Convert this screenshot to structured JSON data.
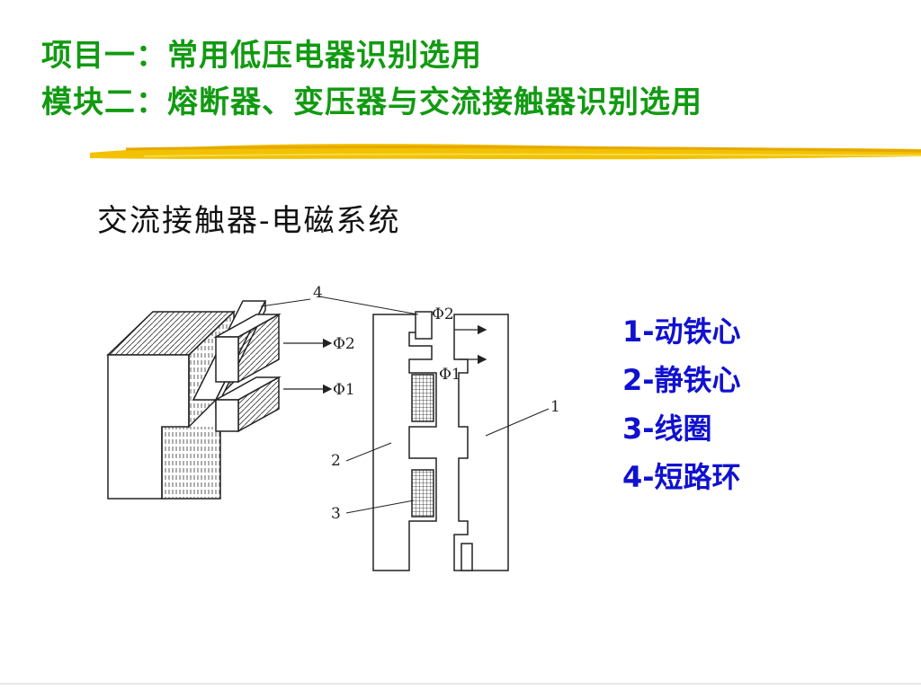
{
  "title": {
    "line1": "项目一：常用低压电器识别选用",
    "line2": "模块二：熔断器、变压器与交流接触器识别选用"
  },
  "subtitle": "交流接触器-电磁系统",
  "diagram": {
    "labels": {
      "n1": "1",
      "n2": "2",
      "n3": "3",
      "n4": "4",
      "phi1": "Φ1",
      "phi2": "Φ2",
      "phi1_b": "Φ1",
      "phi2_b": "Φ2"
    }
  },
  "legend": {
    "items": [
      "1-动铁心",
      "2-静铁心",
      "3-线圈",
      "4-短路环"
    ]
  },
  "colors": {
    "title": "#119A11",
    "legend": "#1111D0",
    "brush": "#F2C200"
  }
}
